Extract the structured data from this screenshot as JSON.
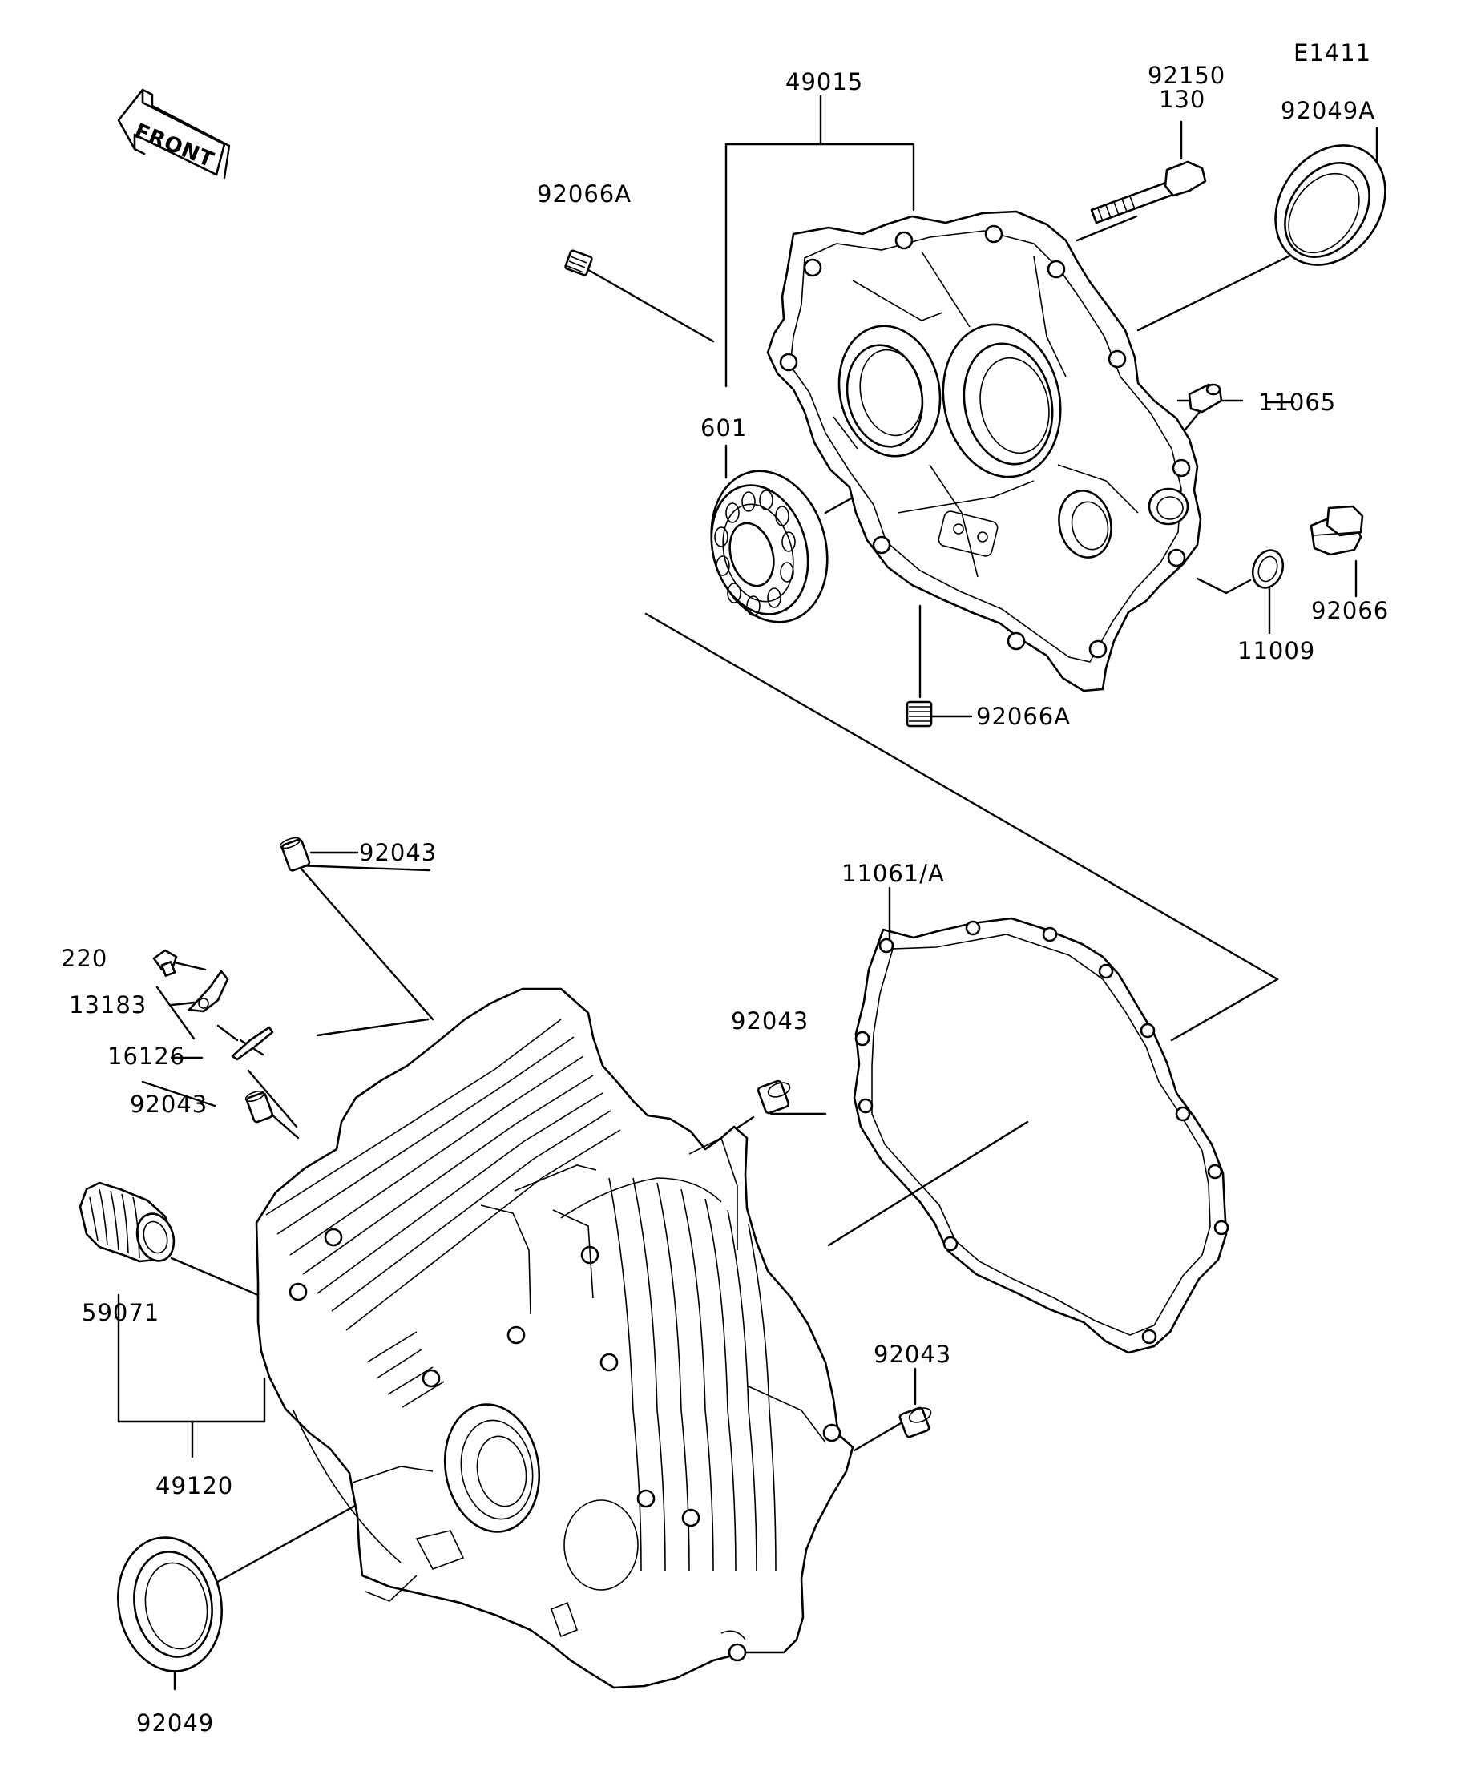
{
  "diagram_code": "E1411",
  "orientation_label": "FRONT",
  "callouts": {
    "cover_assembly": "49015",
    "bolt_part": "92150",
    "bolt_length": "130",
    "oil_seal_cover": "92049A",
    "plug_cover_top": "92066A",
    "bearing": "601",
    "breather": "11065",
    "drain_plug": "92066",
    "gasket_washer": "11009",
    "plug_cover_bottom": "92066A",
    "dowel_top": "92043",
    "gasket_cover": "11061/A",
    "screw": "220",
    "plate": "13183",
    "gasket_small": "16126",
    "dowel_left": "92043",
    "dowel_right_upper": "92043",
    "bushing": "59071",
    "crankcase_assembly": "49120",
    "dowel_right_lower": "92043",
    "oil_seal_case": "92049"
  }
}
